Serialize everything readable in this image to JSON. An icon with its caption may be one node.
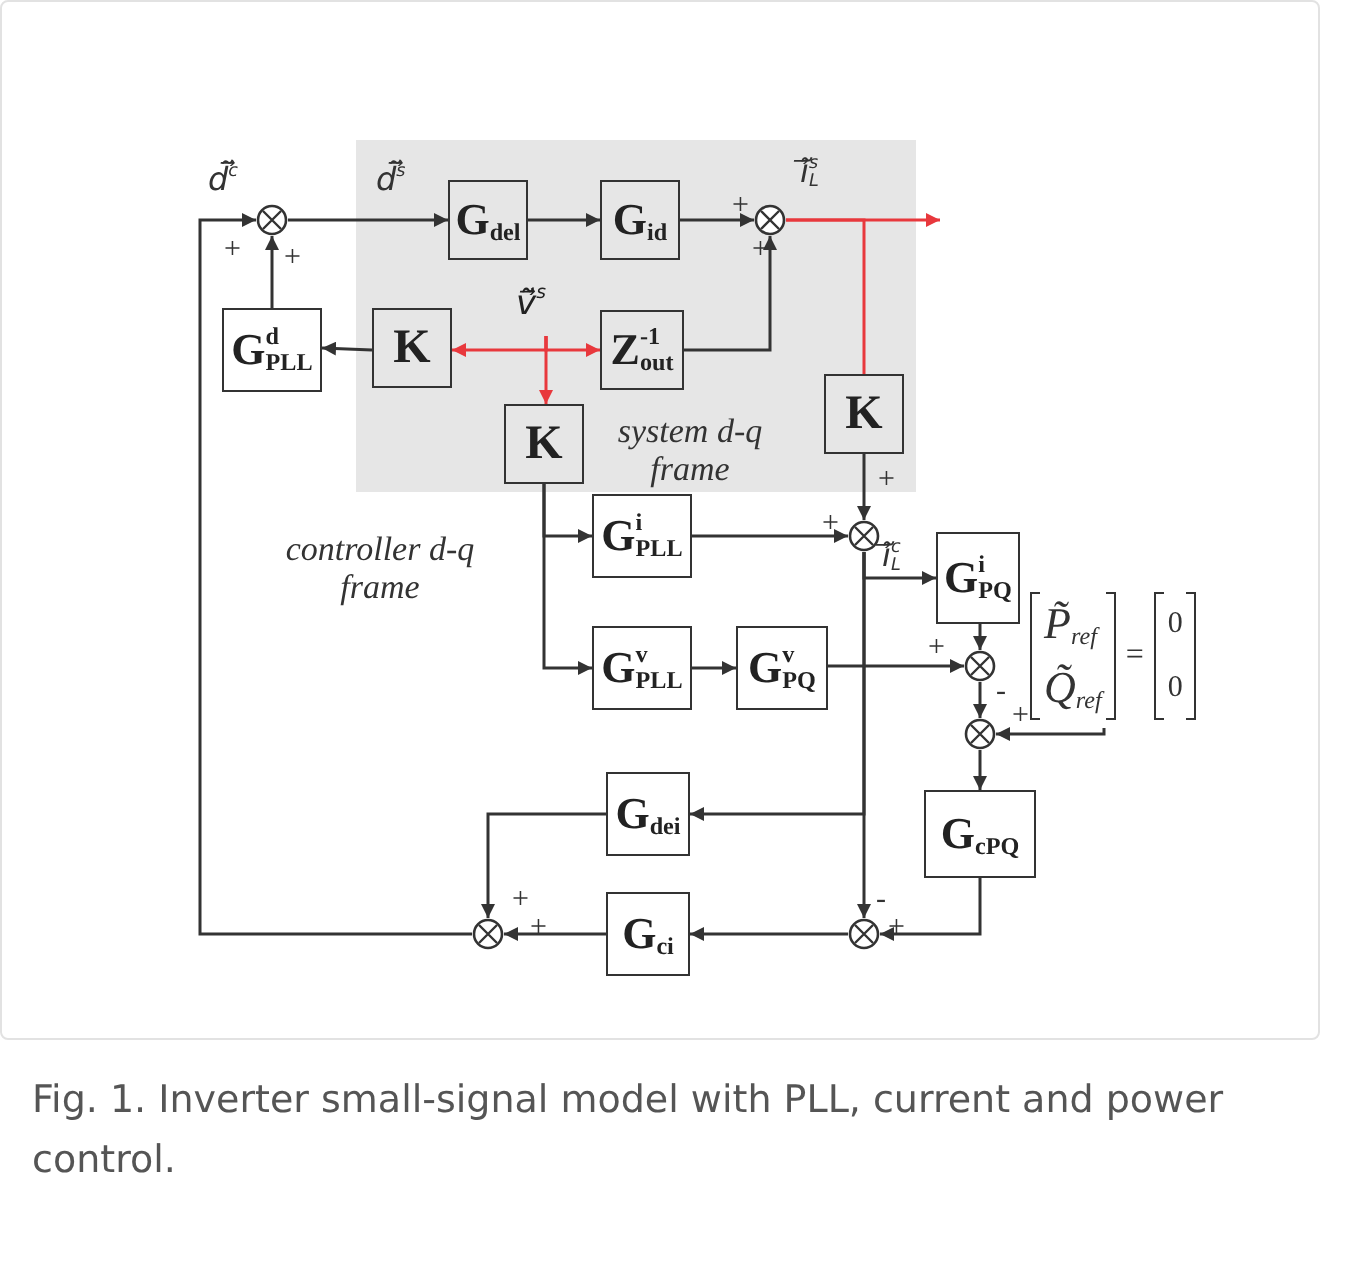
{
  "diagram": {
    "caption": "Fig. 1. Inverter small-signal model with PLL, current and power control.",
    "nodes": [
      {
        "text": [
          "system d-q frame"
        ]
      },
      {
        "text": [],
        "shape": "circle"
      },
      {
        "text": [
          "G$_{del}$"
        ],
        "in": 0
      },
      {
        "text": [
          "G$_{id}$"
        ],
        "in": 0
      },
      {
        "text": [],
        "shape": "circle",
        "in": 0
      },
      {
        "text": [
          "G$^{d}$$_{PLL}$"
        ]
      },
      {
        "text": [
          "K"
        ],
        "in": 0
      },
      {
        "text": [
          "Z$^{-1}$$_{out}$"
        ],
        "in": 0
      },
      {
        "text": [
          "K"
        ],
        "in": 0
      },
      {
        "text": [
          "K"
        ],
        "in": 0
      },
      {
        "text": [
          "ṽ⃗$^{s}$"
        ],
        "in": 0
      },
      {
        "text": [
          "G$^{i}$$_{PLL}$"
        ]
      },
      {
        "text": [
          "G$^{v}$$_{PLL}$"
        ]
      },
      {
        "text": [
          "G$^{v}$$_{PQ}$"
        ]
      },
      {
        "text": [],
        "shape": "circle"
      },
      {
        "text": [
          "G$^{i}$$_{PQ}$"
        ]
      },
      {
        "text": [],
        "shape": "circle"
      },
      {
        "text": [],
        "shape": "circle"
      },
      {
        "text": [
          "G$_{cPQ}$"
        ]
      },
      {
        "text": [
          "G$_{dei}$"
        ]
      },
      {
        "text": [
          "G$_{ci}$"
        ]
      },
      {
        "text": [],
        "shape": "circle"
      },
      {
        "text": [],
        "shape": "circle"
      },
      {
        "text": [
          "P̃$_{ref}$",
          "Q̃$_{ref}$",
          "=",
          "0",
          "0"
        ]
      }
    ],
    "edges": [
      {
        "from": 1,
        "to": 2,
        "arrow": "to"
      },
      {
        "from": 2,
        "to": 3,
        "arrow": "to"
      },
      {
        "from": 3,
        "to": 4,
        "arrow": "to"
      },
      {
        "from": 7,
        "to": 4,
        "arrow": "to"
      },
      {
        "from": 4,
        "to": null,
        "arrow": "to",
        "color": "#e8383d"
      },
      {
        "from": 4,
        "to": 9,
        "arrow": "none",
        "color": "#e8383d"
      },
      {
        "from": 10,
        "to": 6,
        "arrow": "to",
        "color": "#e8383d"
      },
      {
        "from": 10,
        "to": 7,
        "arrow": "to",
        "color": "#e8383d"
      },
      {
        "from": 10,
        "to": 8,
        "arrow": "to",
        "color": "#e8383d"
      },
      {
        "from": 6,
        "to": 5,
        "arrow": "to"
      },
      {
        "from": 5,
        "to": 1,
        "arrow": "to"
      },
      {
        "from": 8,
        "to": 11,
        "arrow": "to"
      },
      {
        "from": 8,
        "to": 12,
        "arrow": "to"
      },
      {
        "from": 9,
        "to": 14,
        "arrow": "to"
      },
      {
        "from": 11,
        "to": 14,
        "arrow": "to"
      },
      {
        "from": 14,
        "to": 15,
        "arrow": "to"
      },
      {
        "from": 14,
        "to": 19,
        "arrow": "to"
      },
      {
        "from": 14,
        "to": 21,
        "arrow": "to"
      },
      {
        "from": 12,
        "to": 13,
        "arrow": "to"
      },
      {
        "from": 13,
        "to": 16,
        "arrow": "to"
      },
      {
        "from": 15,
        "to": 16,
        "arrow": "to"
      },
      {
        "from": 16,
        "to": 17,
        "arrow": "to"
      },
      {
        "from": 23,
        "to": 17,
        "arrow": "to"
      },
      {
        "from": 17,
        "to": 18,
        "arrow": "to"
      },
      {
        "from": 18,
        "to": 21,
        "arrow": "to"
      },
      {
        "from": 21,
        "to": 20,
        "arrow": "to"
      },
      {
        "from": 20,
        "to": 22,
        "arrow": "to"
      },
      {
        "from": 19,
        "to": 22,
        "arrow": "to"
      },
      {
        "from": 22,
        "to": 1,
        "arrow": "to"
      }
    ],
    "labels": [
      "d̃⃗$^{c}$",
      "+",
      "+",
      "d̃⃗$^{s}$",
      "+",
      "ĩ⃗$^{s}$$_{L}$",
      "+",
      "+",
      "+",
      "ĩ⃗$^{c}$$_{L}$",
      "controller d-q frame",
      "+",
      "-",
      "+",
      "+",
      "-",
      "+",
      "+"
    ]
  }
}
